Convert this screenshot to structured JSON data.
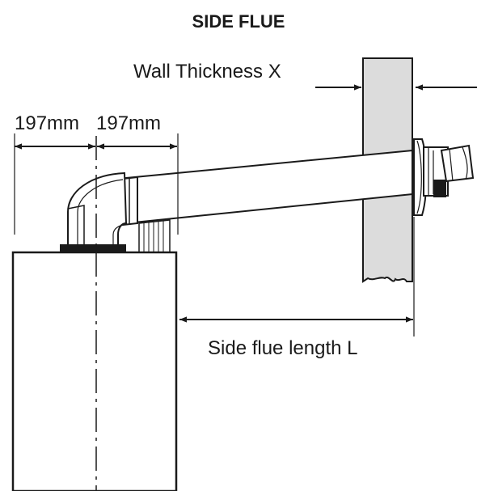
{
  "title": "SIDE FLUE",
  "labels": {
    "wall_thickness": "Wall Thickness X",
    "left_dim": "197mm",
    "right_dim": "197mm",
    "flue_length": "Side flue length L"
  },
  "colors": {
    "line": "#1a1a1a",
    "wall_fill": "#dcdcdc",
    "background": "#ffffff"
  }
}
